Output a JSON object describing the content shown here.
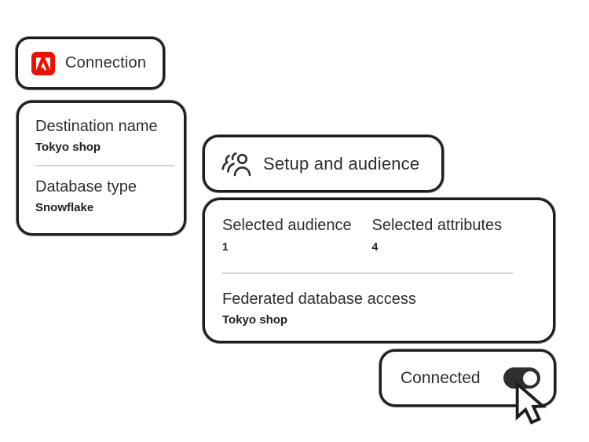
{
  "colors": {
    "adobe_red": "#EB1000",
    "ink_border": "#1d1d1d",
    "text": "#2e2e2e",
    "divider": "#d6d6d6",
    "toggle_on": "#2f2f2f",
    "background": "#ffffff"
  },
  "cards": {
    "connection": {
      "title": "Connection",
      "icon": "adobe-logo-icon"
    },
    "destination": {
      "fields": [
        {
          "label": "Destination name",
          "value": "Tokyo shop"
        },
        {
          "label": "Database type",
          "value": "Snowflake"
        }
      ]
    },
    "setup": {
      "title": "Setup and audience",
      "icon": "audience-icon"
    },
    "summary": {
      "stats": [
        {
          "label": "Selected audience",
          "value": "1"
        },
        {
          "label": "Selected attributes",
          "value": "4"
        }
      ],
      "field": {
        "label": "Federated database access",
        "value": "Tokyo shop"
      }
    },
    "connected": {
      "label": "Connected",
      "toggle_state": "on"
    }
  },
  "cursor": {
    "icon": "pointer-cursor"
  }
}
